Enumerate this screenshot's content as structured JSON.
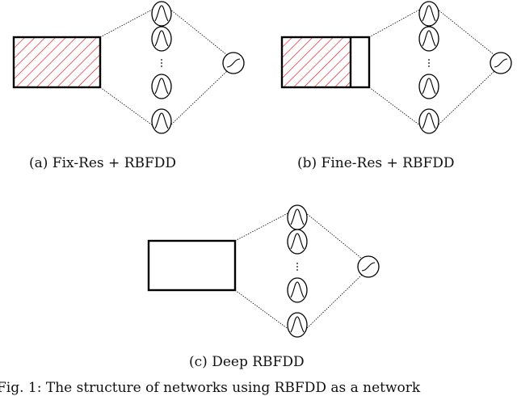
{
  "captions": {
    "a": "(a) Fix-Res + RBFDD",
    "b": "(b) Fine-Res + RBFDD",
    "c": "(c) Deep RBFDD"
  },
  "footer_text": "Fig. 1: The structure of networks using RBFDD as a network",
  "hatch_color": "#e0141e",
  "icons": [
    "gaussian-rbf-node-icon",
    "sigmoid-output-icon",
    "vertical-ellipsis-icon"
  ]
}
